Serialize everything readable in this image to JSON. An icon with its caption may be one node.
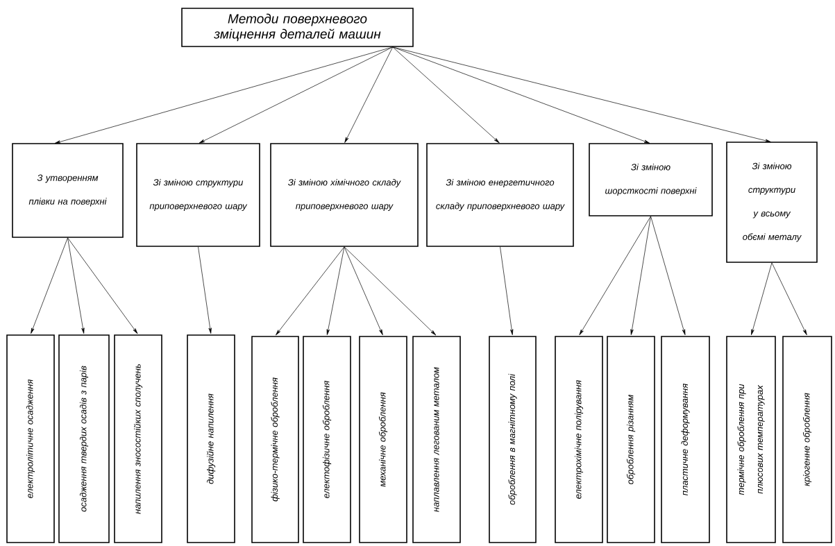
{
  "diagram": {
    "nodes": [
      {
        "text": [
          "Методи поверхневого зміцнення деталей машин"
        ]
      },
      {
        "text": [
          "З утворенням плівки на поверхні"
        ]
      },
      {
        "text": [
          "Зі зміною структури приповерхневого шару"
        ]
      },
      {
        "text": [
          "Зі зміною хімічного складу приповерхневого шару"
        ]
      },
      {
        "text": [
          "Зі зміною енергетичного складу приповерхневого шару"
        ]
      },
      {
        "text": [
          "Зі зміною шорсткості поверхні"
        ]
      },
      {
        "text": [
          "Зі зміною структури у всьому обємі металу"
        ]
      },
      {
        "text": [
          "електролітичне осадження"
        ]
      },
      {
        "text": [
          "осадження твердих осадів з парів"
        ]
      },
      {
        "text": [
          "напилення зносостійких сполучень"
        ]
      },
      {
        "text": [
          "дифузійне напилення"
        ]
      },
      {
        "text": [
          "фізико-термічне оброблення"
        ]
      },
      {
        "text": [
          "електофізичне оброблення"
        ]
      },
      {
        "text": [
          "механічне оброблення"
        ]
      },
      {
        "text": [
          "наплавлення легованим металом"
        ]
      },
      {
        "text": [
          "оброблення в магнітному полі"
        ]
      },
      {
        "text": [
          "електрохімічне полірування"
        ]
      },
      {
        "text": [
          "оброблення різанням"
        ]
      },
      {
        "text": [
          "пластичне деформування"
        ]
      },
      {
        "text": [
          "термічне оброблення при плюсових температурах"
        ]
      },
      {
        "text": [
          "кріогенне оброблення"
        ]
      }
    ],
    "edges": [
      {
        "from": 0,
        "to": 1,
        "arrow": "to"
      },
      {
        "from": 0,
        "to": 2,
        "arrow": "to"
      },
      {
        "from": 0,
        "to": 3,
        "arrow": "to"
      },
      {
        "from": 0,
        "to": 4,
        "arrow": "to"
      },
      {
        "from": 0,
        "to": 5,
        "arrow": "to"
      },
      {
        "from": 0,
        "to": 6,
        "arrow": "to"
      },
      {
        "from": 1,
        "to": 7,
        "arrow": "to"
      },
      {
        "from": 1,
        "to": 8,
        "arrow": "to"
      },
      {
        "from": 1,
        "to": 9,
        "arrow": "to"
      },
      {
        "from": 2,
        "to": 10,
        "arrow": "to"
      },
      {
        "from": 3,
        "to": 11,
        "arrow": "to"
      },
      {
        "from": 3,
        "to": 12,
        "arrow": "to"
      },
      {
        "from": 3,
        "to": 13,
        "arrow": "to"
      },
      {
        "from": 3,
        "to": 14,
        "arrow": "to"
      },
      {
        "from": 4,
        "to": 15,
        "arrow": "to"
      },
      {
        "from": 5,
        "to": 16,
        "arrow": "to"
      },
      {
        "from": 5,
        "to": 17,
        "arrow": "to"
      },
      {
        "from": 5,
        "to": 18,
        "arrow": "to"
      },
      {
        "from": 6,
        "to": 19,
        "arrow": "to"
      },
      {
        "from": 6,
        "to": 20,
        "arrow": "to"
      }
    ]
  }
}
